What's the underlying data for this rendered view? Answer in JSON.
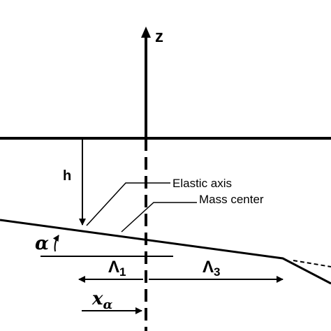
{
  "axis": {
    "z_label": "z"
  },
  "labels": {
    "h": "h",
    "elastic_axis": "Elastic axis",
    "mass_center": "Mass center",
    "alpha": "α",
    "lambda1_base": "Λ",
    "lambda1_sub": "1",
    "lambda3_base": "Λ",
    "lambda3_sub": "3",
    "x_alpha_base": "x",
    "x_alpha_sub": "α"
  }
}
